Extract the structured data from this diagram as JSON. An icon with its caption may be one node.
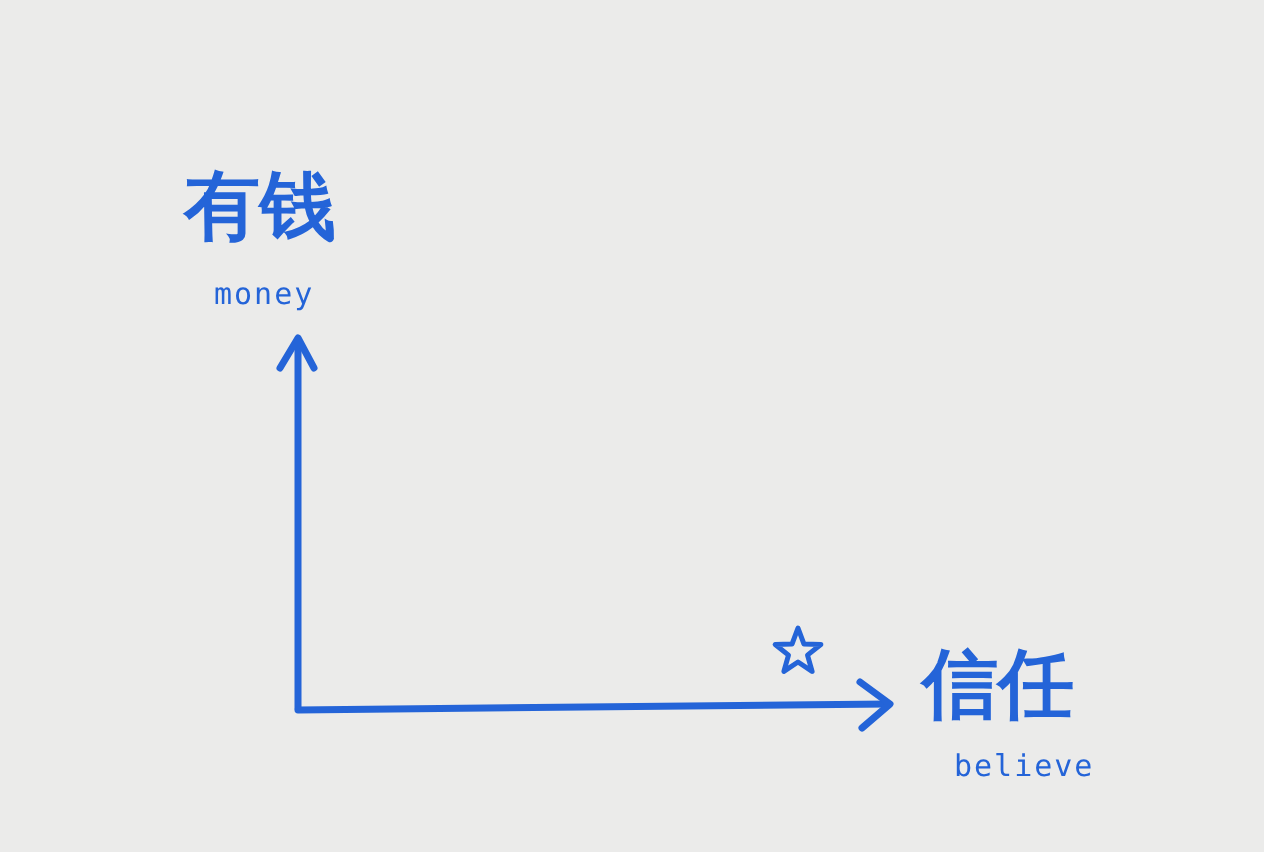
{
  "diagram": {
    "labels": [
      "有钱",
      "money",
      "信任",
      "believe"
    ]
  }
}
